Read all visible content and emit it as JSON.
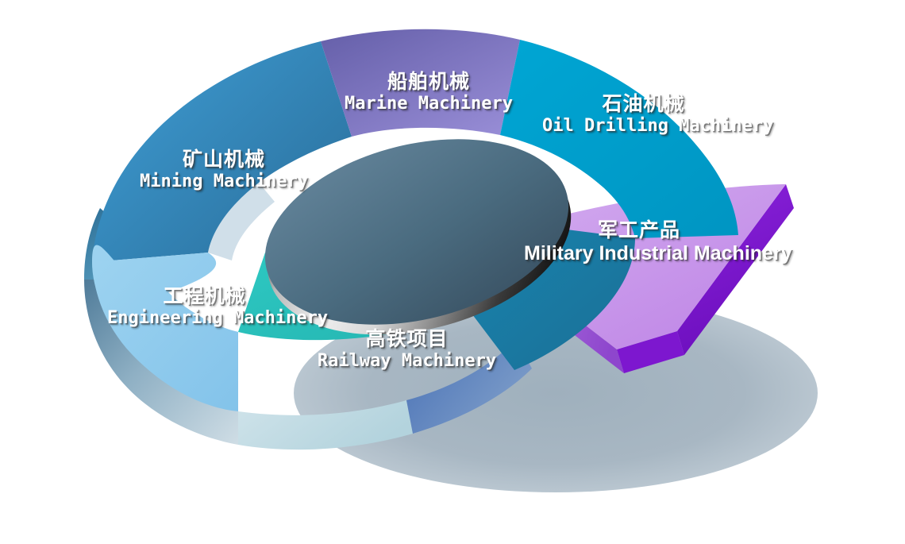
{
  "figure": {
    "title": "",
    "background": "#ffffff"
  },
  "chart_data": {
    "type": "pie",
    "title": "",
    "subtitle": "",
    "xlabel": "",
    "ylabel": "",
    "style": "3d-exploded-donut",
    "hole_ratio": 0.46,
    "rotation_deg": -14,
    "legend": "none",
    "grid": false,
    "exploded_slice": "Military Industrial Machinery",
    "categories": [
      "Mining Machinery",
      "Marine Machinery",
      "Oil Drilling Machinery",
      "Military Industrial Machinery",
      "Railway Machinery",
      "Engineering Machinery"
    ],
    "values": [
      17,
      13,
      16,
      15,
      16,
      17
    ],
    "slices": [
      {
        "id": "mining",
        "cn": "矿山机械",
        "en": "Mining Machinery",
        "color": "#2e7fad",
        "side_color": "#1f5f85",
        "value": 17,
        "start_deg": 180,
        "end_deg": 241,
        "exploded": false,
        "label_font": "mono"
      },
      {
        "id": "marine",
        "cn": "船舶机械",
        "en": "Marine Machinery",
        "color": "#7b70bd",
        "side_color": "#5d53a0",
        "value": 13,
        "start_deg": 241,
        "end_deg": 289,
        "exploded": false,
        "label_font": "mono"
      },
      {
        "id": "oil",
        "cn": "石油机械",
        "en": "Oil Drilling Machinery",
        "color": "#009fcc",
        "side_color": "#027a9c",
        "value": 16,
        "start_deg": 289,
        "end_deg": 347,
        "exploded": false,
        "label_font": "mono"
      },
      {
        "id": "military",
        "cn": "军工产品",
        "en": "Military Industrial Machinery",
        "color": "#ca9aea",
        "side_color": "#7d17cf",
        "value": 15,
        "start_deg": 347,
        "end_deg": 398,
        "exploded": true,
        "label_font": "sans"
      },
      {
        "id": "unlabeled",
        "cn": "",
        "en": "",
        "color": "#1a7fa8",
        "side_color": "#4671b8",
        "value": 9,
        "start_deg": 398,
        "end_deg": 428,
        "exploded": false,
        "label_font": "mono"
      },
      {
        "id": "railway",
        "cn": "高铁项目",
        "en": "Railway Machinery",
        "color": "#2bc3be",
        "side_color": "#b9dbe4",
        "value": 16,
        "start_deg": 428,
        "end_deg": 487,
        "exploded": false,
        "label_font": "mono"
      },
      {
        "id": "engineering",
        "cn": "工程机械",
        "en": "Engineering Machinery",
        "color": "#8ccbee",
        "side_color": "#7fa7c4",
        "value": 17,
        "start_deg": 487,
        "end_deg": 540,
        "exploded": false,
        "label_font": "mono"
      }
    ],
    "hole": {
      "fill_top": "#5b7d92",
      "fill_bottom": "#3c5668",
      "rim_light": "#ececec",
      "rim_dark": "#101010"
    },
    "shadow": {
      "color": "#a7b6c2",
      "opacity": 0.95
    }
  }
}
